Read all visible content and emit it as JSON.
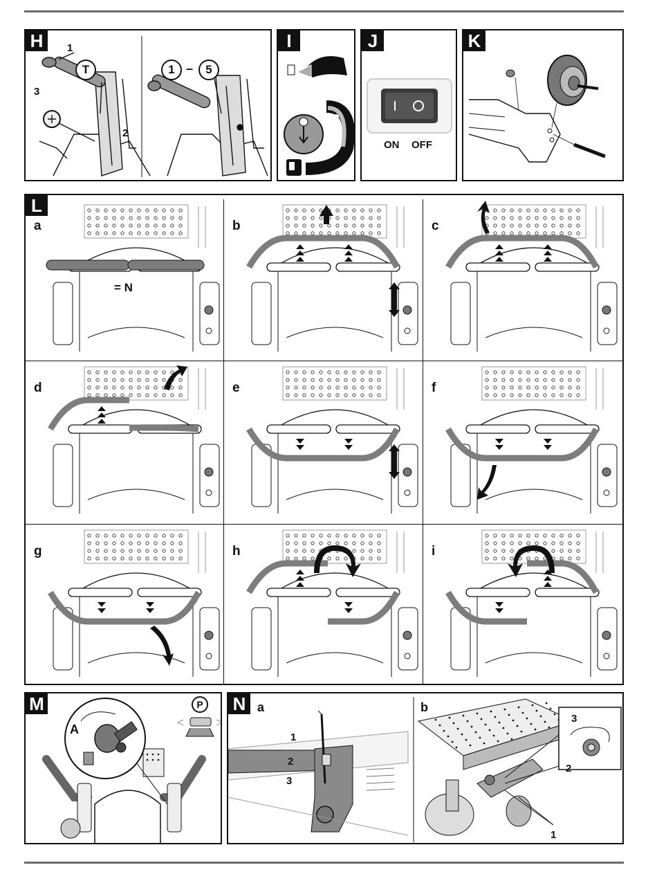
{
  "panels": {
    "H": {
      "tag": "H",
      "callouts": [
        "1",
        "3",
        "2"
      ],
      "symbol_T": "T",
      "range": {
        "from": "1",
        "dash": "–",
        "to": "5"
      }
    },
    "I": {
      "tag": "I"
    },
    "J": {
      "tag": "J",
      "on_label": "ON",
      "off_label": "OFF"
    },
    "K": {
      "tag": "K"
    },
    "L": {
      "tag": "L",
      "cells": [
        {
          "letter": "a",
          "note": "= N"
        },
        {
          "letter": "b"
        },
        {
          "letter": "c"
        },
        {
          "letter": "d"
        },
        {
          "letter": "e"
        },
        {
          "letter": "f"
        },
        {
          "letter": "g"
        },
        {
          "letter": "h"
        },
        {
          "letter": "i"
        }
      ]
    },
    "M": {
      "tag": "M",
      "callout": "A",
      "park_symbol": "P"
    },
    "N": {
      "tag": "N",
      "sub_a": {
        "letter": "a",
        "callouts": [
          "1",
          "2",
          "3"
        ]
      },
      "sub_b": {
        "letter": "b",
        "callouts": [
          "3",
          "2",
          "1"
        ]
      }
    }
  },
  "colors": {
    "frame": "#111111",
    "rule": "#6a6a6a",
    "bar": "#7d7d7d",
    "icon_grey": "#9a9a9a",
    "switch": "#3a3a3a"
  }
}
